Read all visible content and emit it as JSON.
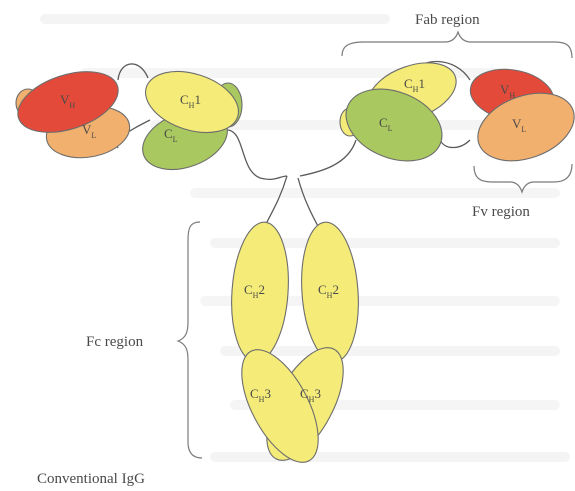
{
  "colors": {
    "vh": "#e44a3a",
    "vl": "#f2b06e",
    "ch": "#f4eb78",
    "cl": "#a9c85f",
    "hinge": "#d6d6a0"
  },
  "labels": {
    "fab_region": "Fab region",
    "fv_region": "Fv region",
    "fc_region": "Fc region",
    "caption": "Conventional IgG"
  },
  "domains": {
    "vh": {
      "main": "V",
      "sub": "H"
    },
    "vl": {
      "main": "V",
      "sub": "L"
    },
    "ch1": {
      "main": "C",
      "sub": "H",
      "suffix": "1"
    },
    "cl": {
      "main": "C",
      "sub": "L"
    },
    "ch2": {
      "main": "C",
      "sub": "H",
      "suffix": "2"
    },
    "ch3": {
      "main": "C",
      "sub": "H",
      "suffix": "3"
    }
  }
}
